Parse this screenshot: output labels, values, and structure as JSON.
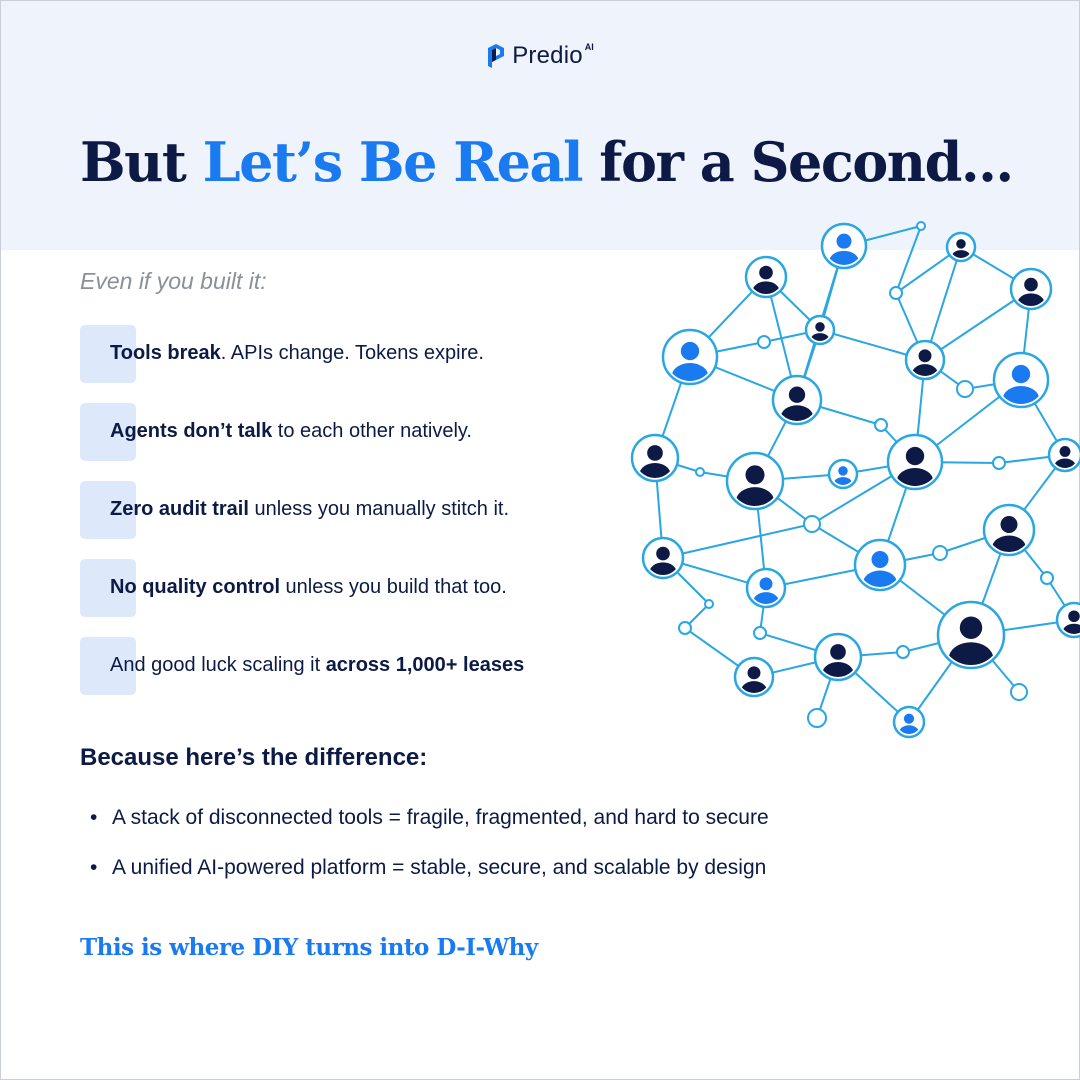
{
  "brand": {
    "name": "Predio",
    "superscript": "AI"
  },
  "headline": {
    "part1": "But ",
    "highlight": "Let’s Be Real",
    "part2": " for a Second..."
  },
  "intro": "Even if you built it:",
  "points": [
    {
      "bold_lead": "Tools break",
      "rest": ". APIs change. Tokens expire.",
      "pre": "",
      "bold_tail": ""
    },
    {
      "bold_lead": "Agents don’t talk",
      "rest": " to each other natively.",
      "pre": "",
      "bold_tail": ""
    },
    {
      "bold_lead": "Zero audit trail",
      "rest": " unless you manually stitch it.",
      "pre": "",
      "bold_tail": ""
    },
    {
      "bold_lead": "No quality control",
      "rest": " unless you build that too.",
      "pre": "",
      "bold_tail": ""
    },
    {
      "bold_lead": "",
      "rest": "",
      "pre": "And good luck scaling it ",
      "bold_tail": "across 1,000+ leases"
    }
  ],
  "subhead": "Because here’s the difference:",
  "bullets": [
    "A stack of disconnected tools = fragile, fragmented, and hard to secure",
    "A unified AI-powered platform = stable, secure, and scalable by design"
  ],
  "bullet_symbol": "•",
  "closing": "This is where DIY turns into D-I-Why",
  "colors": {
    "navy": "#0c1a45",
    "blue": "#1a7af0",
    "line": "#2aa6e2",
    "band": "#eef3fc",
    "box": "#dde8fb"
  },
  "icons": [
    "predio-logo-icon",
    "person-icon",
    "network-node-icon"
  ]
}
